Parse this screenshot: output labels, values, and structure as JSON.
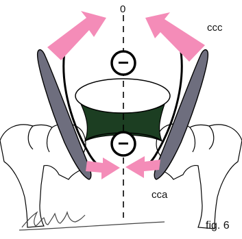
{
  "figure": {
    "axis_label": "0",
    "upper_arrow_label": "ccc",
    "lower_arrow_label": "cca",
    "figure_label": "fig. 6",
    "upper_sign": "−",
    "lower_sign": "−"
  },
  "colors": {
    "arrow_pink": "#f48cb8",
    "blade_gray": "#6e6e7e",
    "dark_green": "#1c3e22",
    "line_black": "#000000"
  }
}
